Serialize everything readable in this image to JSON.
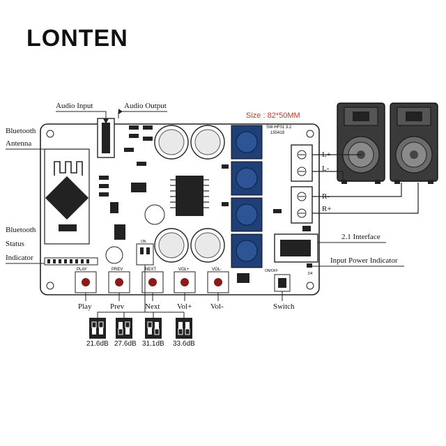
{
  "brand": "LONTEN",
  "board": {
    "size_label": "Size :",
    "size_value": "82*50MM",
    "model": "SW-HF01 3.2",
    "code": "150419"
  },
  "labels": {
    "audio_input": "Audio Input",
    "audio_output": "Audio Output",
    "bluetooth_antenna_1": "Bluetooth",
    "bluetooth_antenna_2": "Antenna",
    "bluetooth_status_1": "Bluetooth",
    "bluetooth_status_2": "Status",
    "bluetooth_status_3": "Indicator",
    "l_plus": "L+",
    "l_minus": "L-",
    "r_minus": "R-",
    "r_plus": "R+",
    "interface_21": "2.1 Interface",
    "input_power_indicator": "Input Power Indicator",
    "switch": "Switch"
  },
  "silk": {
    "play": "PLAY",
    "prev": "PREV",
    "next": "NEXT",
    "volp": "VOL+",
    "volm": "VOL-",
    "onoff": "ON/OFF",
    "led": "D4",
    "dsw": "ON"
  },
  "buttons": [
    "Play",
    "Prev",
    "Next",
    "Vol+",
    "Vol-"
  ],
  "gain_settings": [
    "21.6dB",
    "27.6dB",
    "31.1dB",
    "33.6dB"
  ],
  "colors": {
    "board": "#ffffff",
    "outline": "#222222",
    "inductor": "#1f3f77",
    "button_cap": "#8b1a1a",
    "speaker_body": "#3a3a3a",
    "size_text": "#c0392b"
  }
}
